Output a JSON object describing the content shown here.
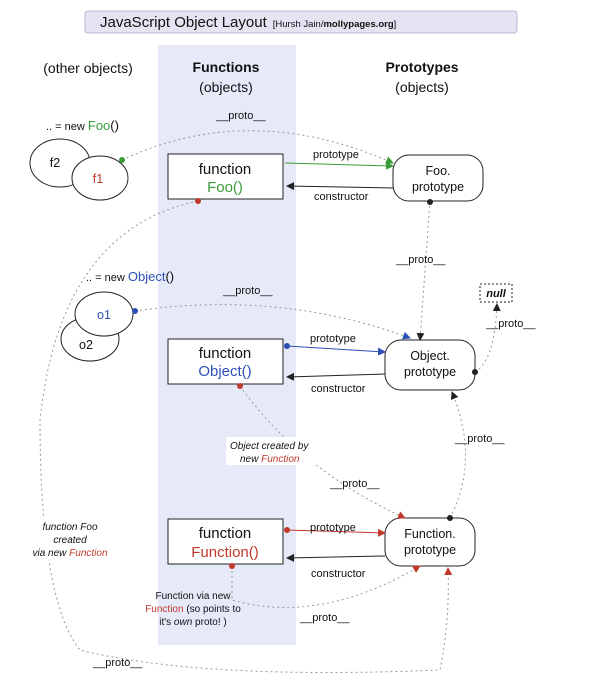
{
  "title": {
    "main": "JavaScript Object Layout",
    "credit_prefix": "[Hursh Jain/",
    "credit_site": "mollypages.org",
    "credit_suffix": "]"
  },
  "columns": {
    "other": "(other objects)",
    "functions": "Functions",
    "functions_sub": "(objects)",
    "prototypes": "Prototypes",
    "prototypes_sub": "(objects)"
  },
  "foo_instances": {
    "caption_prefix": ".. = new ",
    "caption_ctor": "Foo",
    "caption_suffix": "()",
    "a": "f2",
    "b": "f1"
  },
  "object_instances": {
    "caption_prefix": ".. = new ",
    "caption_ctor": "Object",
    "caption_suffix": "()",
    "a": "o1",
    "b": "o2"
  },
  "functions": {
    "foo": {
      "line1": "function",
      "line2": "Foo()"
    },
    "object": {
      "line1": "function",
      "line2": "Object()"
    },
    "function": {
      "line1": "function",
      "line2": "Function()"
    }
  },
  "prototypes": {
    "foo": {
      "line1": "Foo.",
      "line2": "prototype"
    },
    "object": {
      "line1": "Object.",
      "line2": "prototype"
    },
    "function": {
      "line1": "Function.",
      "line2": "prototype"
    },
    "null": "null"
  },
  "labels": {
    "proto": "__proto__",
    "prototype": "prototype",
    "constructor": "constructor"
  },
  "notes": {
    "object_created_1": "Object created by",
    "object_created_2a": "new ",
    "object_created_2b": "Function",
    "foo_created_1": "function Foo",
    "foo_created_2": "created",
    "foo_created_3a": "via new ",
    "foo_created_3b": "Function",
    "function_via_1": "Function via new",
    "function_via_2a": "Function",
    "function_via_2b": " (so points to",
    "function_via_3a": "it's ",
    "function_via_3b": "own",
    "function_via_3c": " proto! )"
  },
  "colors": {
    "foo_green": "#3a9d3a",
    "object_blue": "#2c4fb5",
    "function_red": "#c0392b",
    "column_band": "#e6e9f8",
    "title_bar": "#e4e4f2"
  }
}
